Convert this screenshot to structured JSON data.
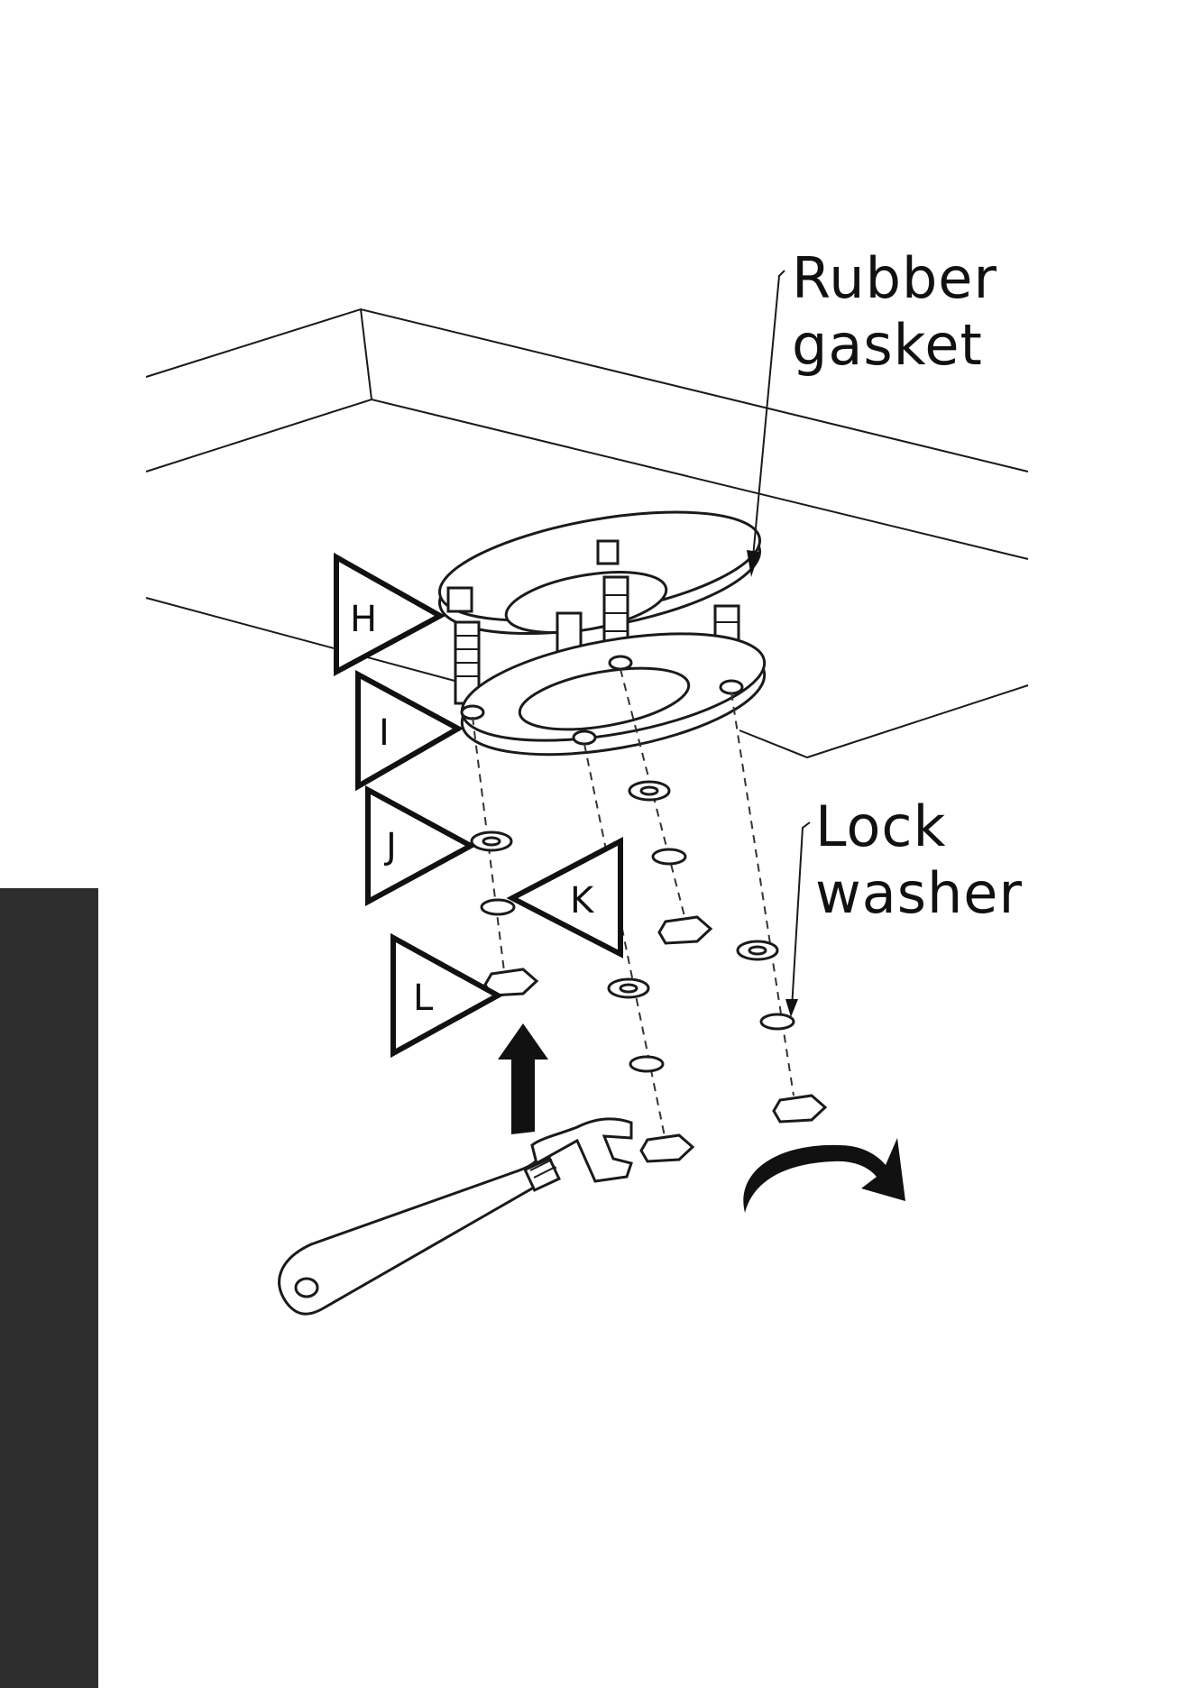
{
  "callouts": {
    "rubber_gasket": [
      "Rubber",
      "gasket"
    ],
    "lock_washer": [
      "Lock",
      "washer"
    ]
  },
  "part_tags": [
    "H",
    "I",
    "J",
    "K",
    "L"
  ],
  "icons": [
    "wrench-icon",
    "up-arrow-icon",
    "clockwise-arrow-icon"
  ],
  "colors": {
    "ink": "#111111",
    "sidebar": "#2e2e2e",
    "background": "#ffffff"
  }
}
